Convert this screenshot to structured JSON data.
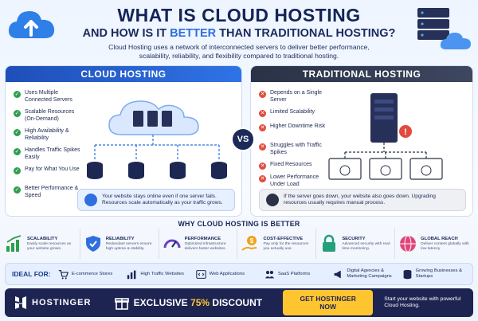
{
  "header": {
    "title_line1": "WHAT IS CLOUD HOSTING",
    "title_line2_pre": "AND HOW IS IT ",
    "title_line2_hl": "BETTER",
    "title_line2_post": " THAN TRADITIONAL HOSTING?",
    "subtitle": "Cloud Hosting uses a network of interconnected servers to deliver better performance, scalability, reliability, and flexibility compared to traditional hosting.",
    "left_icon": "cloud-upload-icon",
    "right_icon": "server-stack-cloud-icon"
  },
  "cloud": {
    "title": "CLOUD HOSTING",
    "features": [
      "Uses Multiple Connected Servers",
      "Scalable Resources (On-Demand)",
      "High Availability & Reliability",
      "Handles Traffic Spikes Easily",
      "Pay for What You Use",
      "Better Performance & Speed"
    ],
    "note": "Your website stays online even if one server fails. Resources scale automatically as your traffic grows."
  },
  "vs": "VS",
  "traditional": {
    "title": "TRADITIONAL HOSTING",
    "features": [
      "Depends on a Single Server",
      "Limited Scalability",
      "Higher Downtime Risk",
      "Struggles with Traffic Spikes",
      "Fixed Resources",
      "Lower Performance Under Load"
    ],
    "note": "If the server goes down, your website also goes down. Upgrading resources usually requires manual process."
  },
  "why": {
    "title": "WHY CLOUD HOSTING IS BETTER",
    "items": [
      {
        "title": "SCALABILITY",
        "desc": "Easily scale resources as your website grows.",
        "icon": "bar-chart-growth-icon",
        "color": "#2f9e4e"
      },
      {
        "title": "RELIABILITY",
        "desc": "Redundant servers ensure high uptime & stability.",
        "icon": "shield-check-icon",
        "color": "#2f6fe0"
      },
      {
        "title": "PERFORMANCE",
        "desc": "Optimized infrastructure delivers faster websites.",
        "icon": "speedometer-icon",
        "color": "#6a3ec9"
      },
      {
        "title": "COST-EFFECTIVE",
        "desc": "Pay only for the resources you actually use.",
        "icon": "coin-hand-icon",
        "color": "#f0a21a"
      },
      {
        "title": "SECURITY",
        "desc": "Advanced security with real-time monitoring.",
        "icon": "lock-icon",
        "color": "#22a07a"
      },
      {
        "title": "GLOBAL REACH",
        "desc": "Deliver content globally with low latency.",
        "icon": "globe-icon",
        "color": "#e0457a"
      }
    ]
  },
  "ideal": {
    "label": "IDEAL FOR:",
    "items": [
      {
        "label": "E-commerce Stores",
        "icon": "cart-icon"
      },
      {
        "label": "High Traffic Websites",
        "icon": "bar-chart-icon"
      },
      {
        "label": "Web Applications",
        "icon": "code-window-icon"
      },
      {
        "label": "SaaS Platforms",
        "icon": "users-icon"
      },
      {
        "label": "Digital Agencies & Marketing Campaigns",
        "icon": "megaphone-icon"
      },
      {
        "label": "Growing Businesses & Startups",
        "icon": "database-stack-icon"
      }
    ]
  },
  "footer": {
    "brand": "HOSTINGER",
    "promo_pre": "EXCLUSIVE ",
    "promo_pct": "75%",
    "promo_post": " DISCOUNT",
    "cta": "GET HOSTINGER NOW",
    "note": "Start your website with powerful Cloud Hosting.",
    "accent": "#ffc531",
    "bg": "#1e2452"
  }
}
